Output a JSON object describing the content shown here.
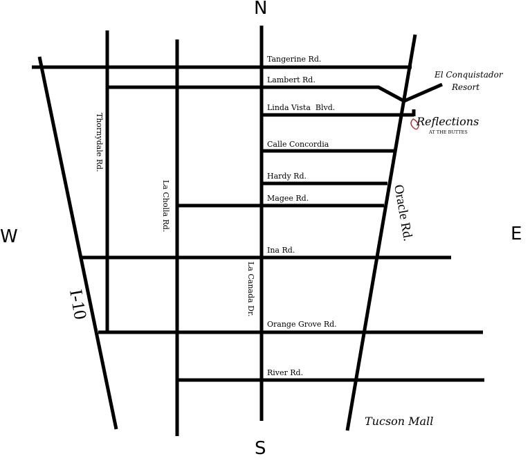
{
  "compass": {
    "north": "N",
    "south": "S",
    "west": "W",
    "east": "E"
  },
  "roads": {
    "tangerine": "Tangerine Rd.",
    "lambert": "Lambert Rd.",
    "linda_vista": "Linda Vista  Blvd.",
    "calle_concordia": "Calle Concordia",
    "hardy": "Hardy Rd.",
    "magee": "Magee Rd.",
    "ina": "Ina Rd.",
    "orange_grove": "Orange Grove Rd.",
    "river": "River Rd.",
    "thornydale": "Thornydale Rd.",
    "la_cholla": "La Cholla Rd.",
    "la_canada": "La Canada Dr.",
    "oracle": "Oracle Rd.",
    "i10": "I-10"
  },
  "landmarks": {
    "el_conquistador_line1": "El Conquistador",
    "el_conquistador_line2": "Resort",
    "reflections": "Reflections",
    "reflections_sub": "AT THE BUTTES",
    "tucson_mall": "Tucson Mall"
  },
  "colors": {
    "road": "#000000",
    "background": "#ffffff",
    "logo_accent": "#b03a3a"
  }
}
